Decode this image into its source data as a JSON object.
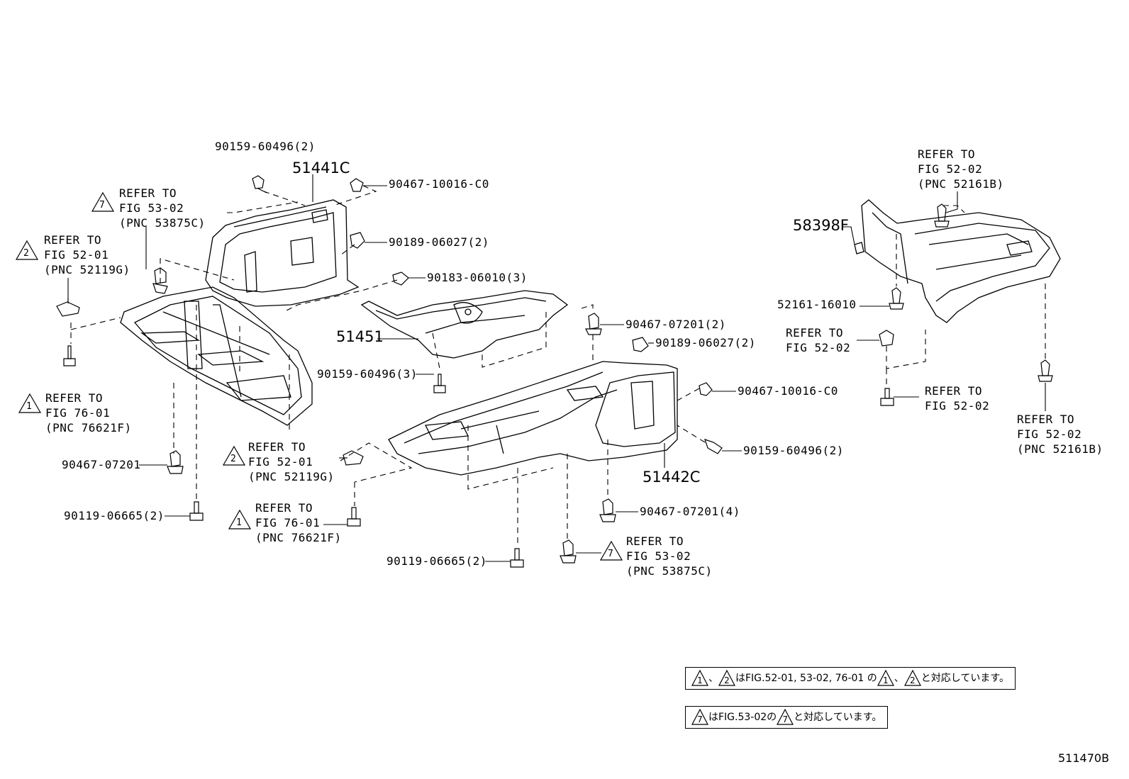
{
  "parts": {
    "p_90159_top": "90159-60496(2)",
    "p_51441c": "51441C",
    "p_90467_top": "90467-10016-C0",
    "p_90189_top": "90189-06027(2)",
    "p_90183": "90183-06010(3)",
    "p_51451": "51451",
    "p_90467_07201_2": "90467-07201(2)",
    "p_90189_mid": "90189-06027(2)",
    "p_90159_mid": "90159-60496(3)",
    "p_90467_mid": "90467-10016-C0",
    "p_90159_right": "90159-60496(2)",
    "p_51442c": "51442C",
    "p_90467_07201_left": "90467-07201",
    "p_90119_left": "90119-06665(2)",
    "p_90467_07201_4": "90467-07201(4)",
    "p_90119_bottom": "90119-06665(2)",
    "p_58398f": "58398F",
    "p_52161": "52161-16010"
  },
  "refs": {
    "r1": {
      "mark": "7",
      "l1": "REFER TO",
      "l2": "FIG 53-02",
      "l3": "(PNC 53875C)"
    },
    "r2": {
      "mark": "2",
      "l1": "REFER TO",
      "l2": "FIG 52-01",
      "l3": "(PNC 52119G)"
    },
    "r3": {
      "mark": "1",
      "l1": "REFER TO",
      "l2": "FIG 76-01",
      "l3": "(PNC 76621F)"
    },
    "r4": {
      "mark": "2",
      "l1": "REFER TO",
      "l2": "FIG 52-01",
      "l3": "(PNC 52119G)"
    },
    "r5": {
      "mark": "1",
      "l1": "REFER TO",
      "l2": "FIG 76-01",
      "l3": "(PNC 76621F)"
    },
    "r6": {
      "mark": "7",
      "l1": "REFER TO",
      "l2": "FIG 53-02",
      "l3": "(PNC 53875C)"
    },
    "r7": {
      "l1": "REFER TO",
      "l2": "FIG 52-02",
      "l3": "(PNC 52161B)"
    },
    "r8": {
      "l1": "REFER TO",
      "l2": "FIG 52-02"
    },
    "r9": {
      "l1": "REFER TO",
      "l2": "FIG 52-02"
    },
    "r10": {
      "l1": "REFER TO",
      "l2": "FIG 52-02",
      "l3": "(PNC 52161B)"
    }
  },
  "notes": {
    "n1_m1": "1",
    "n1_sep": "、",
    "n1_m2": "2",
    "n1_mid": "はFIG.52-01, 53-02, 76-01 の",
    "n1_m3": "1",
    "n1_sep2": "、",
    "n1_m4": "2",
    "n1_end": "と対応しています。",
    "n2_m1": "7",
    "n2_mid": "はFIG.53-02の",
    "n2_m2": "7",
    "n2_end": "と対応しています。"
  },
  "figure_code": "511470B"
}
